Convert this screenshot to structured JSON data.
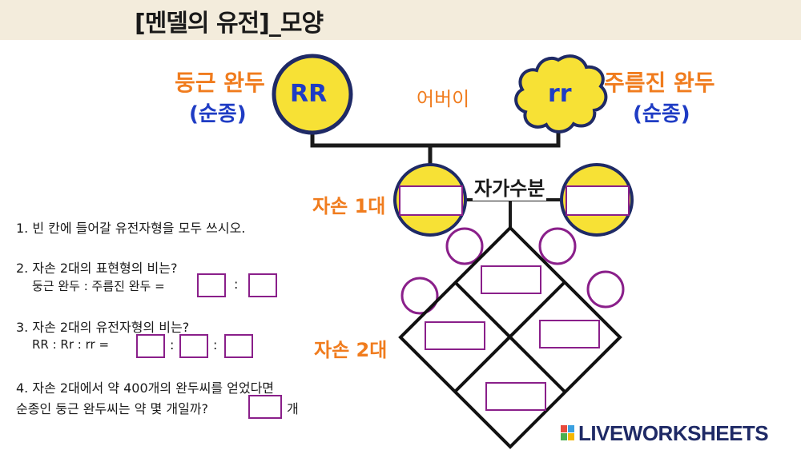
{
  "title": "[멘델의 유전]_모양",
  "parents": {
    "left_label": "둥근 완두",
    "left_sub": "(순종)",
    "left_genotype": "RR",
    "right_label": "주름진 완두",
    "right_sub": "(순종)",
    "right_genotype": "rr",
    "middle_label": "어버이"
  },
  "f1": {
    "label": "자손 1대",
    "self_pollination": "자가수분"
  },
  "f2": {
    "label": "자손 2대"
  },
  "questions": {
    "q1": "1. 빈 칸에 들어갈 유전자형을 모두 쓰시오.",
    "q2": "2. 자손 2대의 표현형의 비는?",
    "q2_sub": "둥근 완두 : 주름진 완두 =",
    "q2_sep": ":",
    "q3": "3. 자손 2대의 유전자형의 비는?",
    "q3_sub": "RR : Rr : rr =",
    "q3_sep1": ":",
    "q3_sep2": ":",
    "q4_line1": "4. 자손 2대에서 약 400개의 완두씨를 얻었다면",
    "q4_line2": "순종인 둥근 완두씨는 약 몇 개일까?",
    "q4_unit": "개"
  },
  "logo": {
    "text": "LIVEWORKSHEETS"
  },
  "colors": {
    "yellow": "#f7e135",
    "navy": "#1f2a66",
    "purple": "#8a1f8a",
    "orange": "#f07c1e",
    "blue": "#1f3cc4"
  }
}
